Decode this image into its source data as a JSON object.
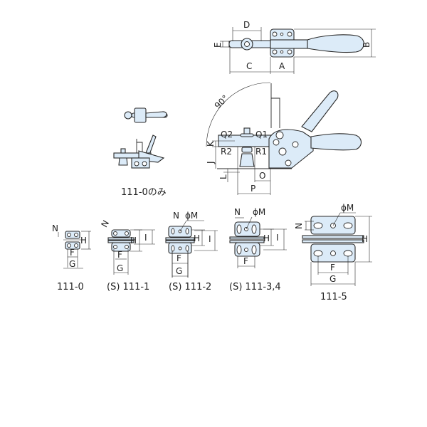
{
  "colors": {
    "part_fill": "#dcebf8",
    "outline": "#2a2a2a"
  },
  "top_view": {
    "labels": {
      "D": "D",
      "E": "E",
      "B": "B",
      "C": "C",
      "A": "A"
    }
  },
  "side_view": {
    "labels": {
      "angle": "90°",
      "Q1": "Q1",
      "Q2": "Q2",
      "R1": "R1",
      "R2": "R2",
      "K": "K",
      "J": "J",
      "L": "L",
      "O": "O",
      "P": "P"
    }
  },
  "small_view": {
    "caption": "111-0のみ"
  },
  "variants": [
    {
      "caption": "111-0",
      "labels": [
        "N",
        "H",
        "F",
        "G"
      ]
    },
    {
      "caption": "(S) 111-1",
      "labels": [
        "N",
        "H",
        "I",
        "F",
        "G"
      ]
    },
    {
      "caption": "(S) 111-2",
      "labels": [
        "N",
        "ϕM",
        "H",
        "I",
        "F",
        "G"
      ]
    },
    {
      "caption": "(S) 111-3,4",
      "labels": [
        "N",
        "ϕM",
        "H",
        "I",
        "F"
      ]
    },
    {
      "caption": "111-5",
      "labels": [
        "N",
        "ϕM",
        "H",
        "F",
        "G"
      ]
    }
  ]
}
